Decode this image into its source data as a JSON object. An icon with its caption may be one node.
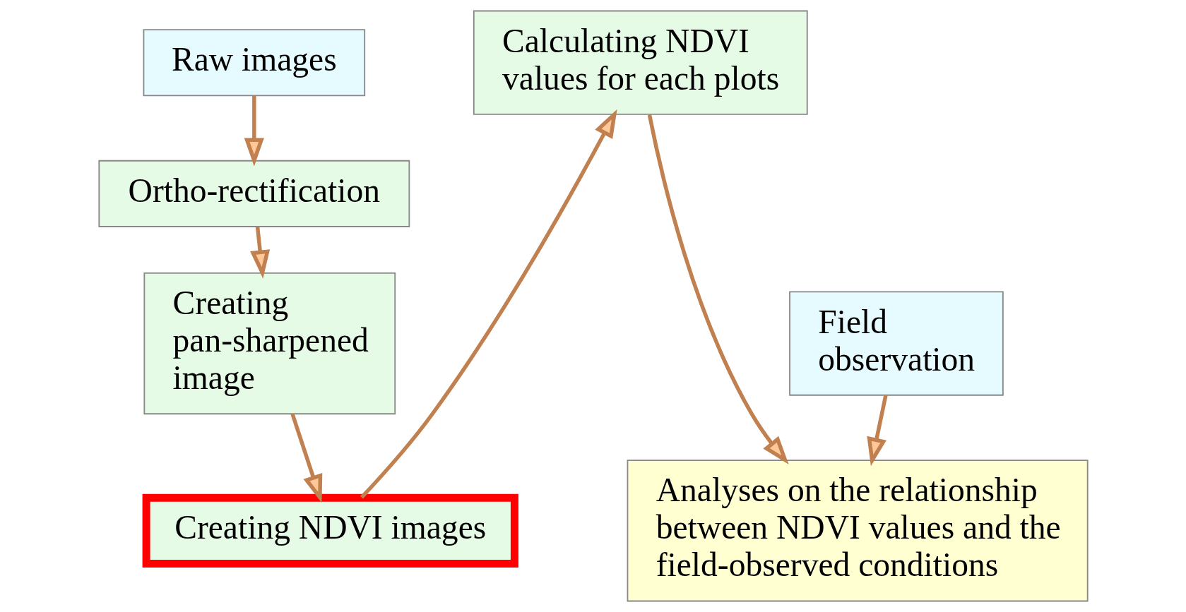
{
  "diagram": {
    "nodes": [
      {
        "text": [
          "Raw images"
        ]
      },
      {
        "text": [
          "Ortho-rectification"
        ]
      },
      {
        "text": [
          "Creating pan-sharpened image"
        ]
      },
      {
        "text": [
          "Creating NDVI images"
        ]
      },
      {
        "text": [
          "Calculating NDVI values for each plots"
        ]
      },
      {
        "text": [
          "Field observation"
        ]
      },
      {
        "text": [
          "Analyses on the relationship between NDVI values and the field-observed conditions"
        ]
      }
    ],
    "edges": [
      {
        "from": 0,
        "to": 1,
        "arrow": "to"
      },
      {
        "from": 1,
        "to": 2,
        "arrow": "to"
      },
      {
        "from": 2,
        "to": 3,
        "arrow": "to"
      },
      {
        "from": 3,
        "to": 4,
        "arrow": "to"
      },
      {
        "from": 4,
        "to": 6,
        "arrow": "to"
      },
      {
        "from": 5,
        "to": 6,
        "arrow": "to"
      }
    ]
  }
}
